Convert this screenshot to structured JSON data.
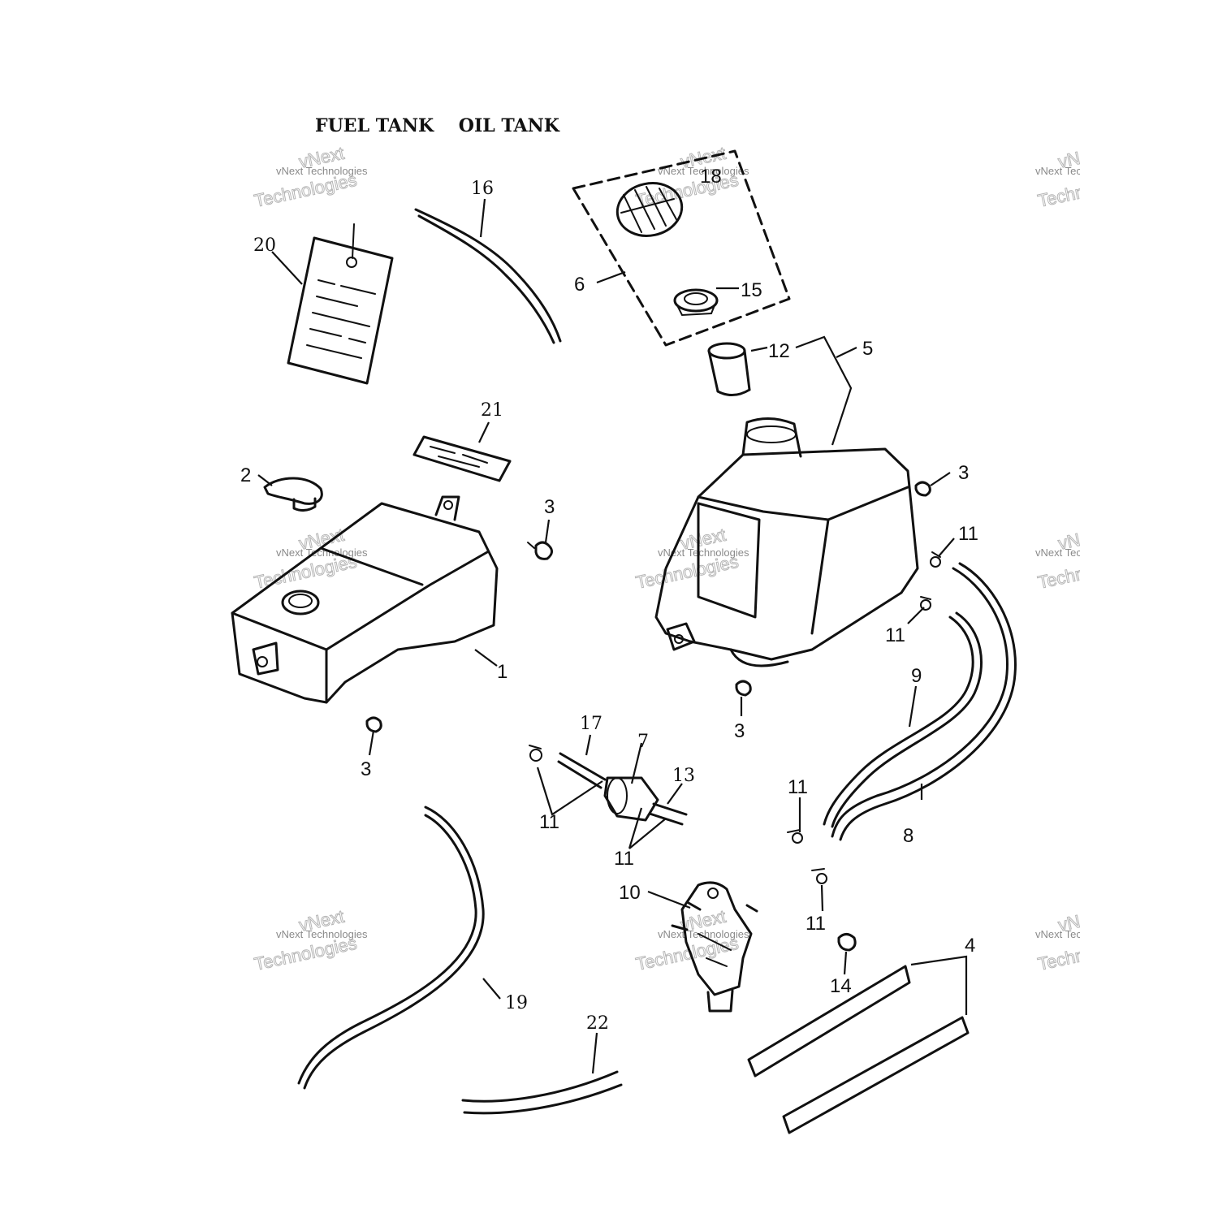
{
  "title": "FUEL TANK    OIL TANK",
  "watermark": {
    "line1": "vNext Technologies",
    "line2": "vNext",
    "line3": "Technologies"
  },
  "callouts": {
    "c1": "1",
    "c2": "2",
    "c3a": "3",
    "c3b": "3",
    "c3c": "3",
    "c3d": "3",
    "c4": "4",
    "c5": "5",
    "c6": "6",
    "c7": "7",
    "c8": "8",
    "c9": "9",
    "c10": "10",
    "c11a": "11",
    "c11b": "11",
    "c11c": "11",
    "c11d": "11",
    "c11e": "11",
    "c11f": "11",
    "c12": "12",
    "c13": "13",
    "c14": "14",
    "c15": "15",
    "c16": "16",
    "c17": "17",
    "c18": "18",
    "c19": "19",
    "c20": "20",
    "c21": "21",
    "c22": "22"
  },
  "colors": {
    "ink": "#111111",
    "watermark": "#b5b5b5"
  }
}
